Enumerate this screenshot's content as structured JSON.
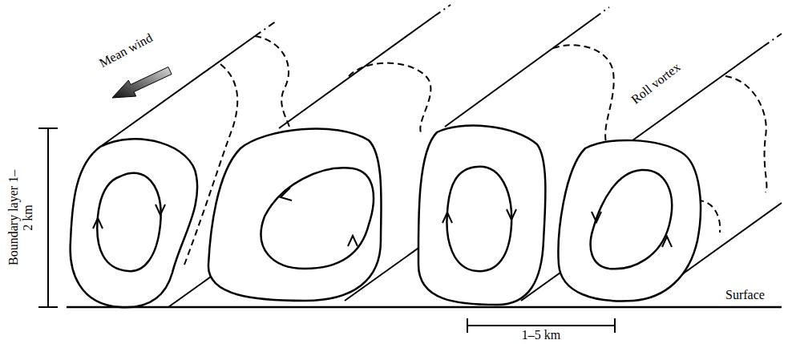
{
  "diagram": {
    "labels": [
      "Mean wind",
      "Roll vortex",
      "Boundary layer 1–2 km",
      "Surface",
      "1–5 km"
    ]
  }
}
